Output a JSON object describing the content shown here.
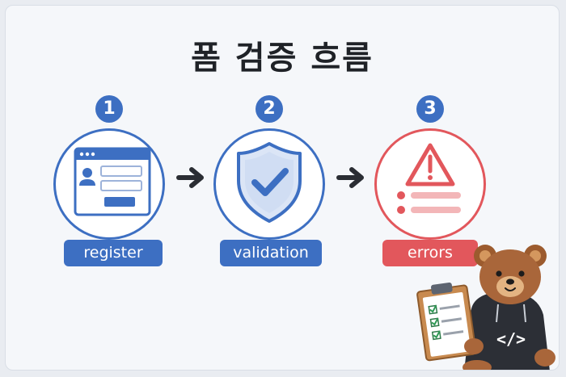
{
  "title": "폼 검증 흐름",
  "colors": {
    "blue": "#3d6fc2",
    "red": "#e2575c",
    "background": "#f5f7fa",
    "text": "#1f2227",
    "arrow": "#2a2d33"
  },
  "steps": [
    {
      "number": "1",
      "label": "register",
      "icon": "registration-form-icon",
      "color": "#3d6fc2"
    },
    {
      "number": "2",
      "label": "validation",
      "icon": "shield-check-icon",
      "color": "#3d6fc2"
    },
    {
      "number": "3",
      "label": "errors",
      "icon": "warning-triangle-icon",
      "color": "#e2575c"
    }
  ],
  "mascot": {
    "icon": "bear-developer-clipboard-icon",
    "shirt_symbol": "</>"
  }
}
